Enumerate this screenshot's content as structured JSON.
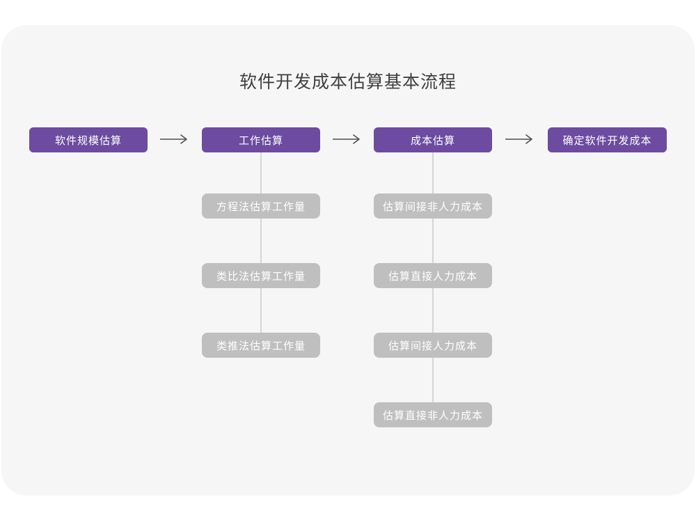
{
  "title": "软件开发成本估算基本流程",
  "colors": {
    "accent_purple": "#6C4BA0",
    "node_gray": "#BFBFBF",
    "canvas_background": "#F6F6F6",
    "page_background": "#FFFFFF",
    "connector_line": "#D5D5D5",
    "arrow_stroke": "#4D4D4D",
    "title_text": "#3F3F3F",
    "node_text": "#FFFFFF"
  },
  "flow": {
    "main_steps": [
      {
        "label": "软件规模估算"
      },
      {
        "label": "工作估算"
      },
      {
        "label": "成本估算"
      },
      {
        "label": "确定软件开发成本"
      }
    ],
    "work_estimation_methods": [
      {
        "label": "方程法估算工作量"
      },
      {
        "label": "类比法估算工作量"
      },
      {
        "label": "类推法估算工作量"
      }
    ],
    "cost_estimation_steps": [
      {
        "label": "估算间接非人力成本"
      },
      {
        "label": "估算直接人力成本"
      },
      {
        "label": "估算间接人力成本"
      },
      {
        "label": "估算直接非人力成本"
      }
    ]
  }
}
